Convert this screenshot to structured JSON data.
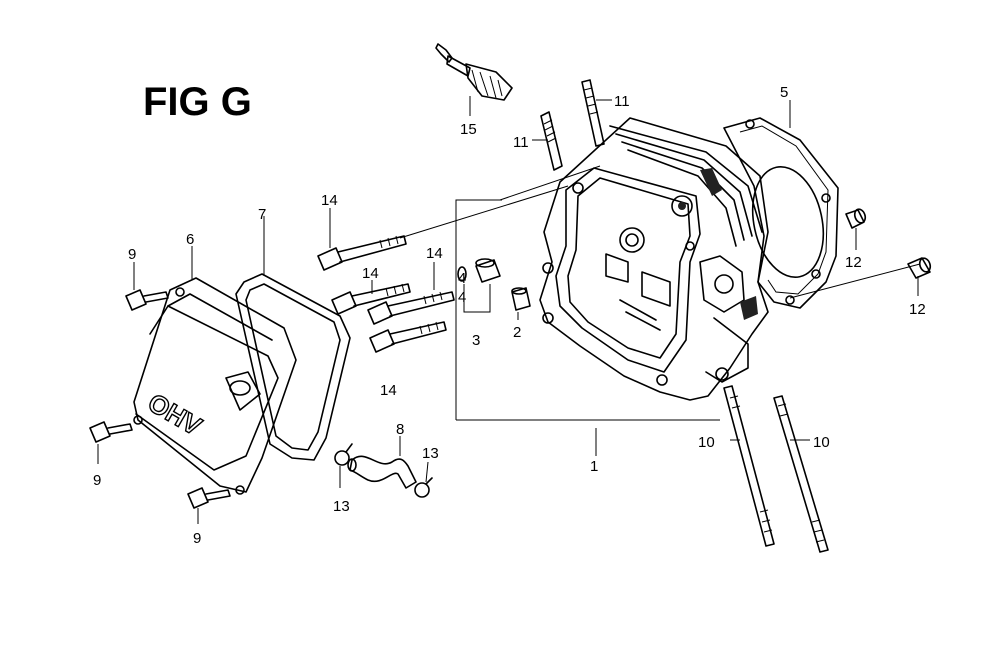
{
  "figure": {
    "title": "FIG G",
    "cover_lettering": "OHV"
  },
  "callouts": [
    "1",
    "2",
    "3",
    "4",
    "4",
    "5",
    "6",
    "7",
    "8",
    "9",
    "9",
    "9",
    "10",
    "10",
    "11",
    "11",
    "12",
    "12",
    "13",
    "13",
    "14",
    "14",
    "14",
    "14",
    "15"
  ]
}
